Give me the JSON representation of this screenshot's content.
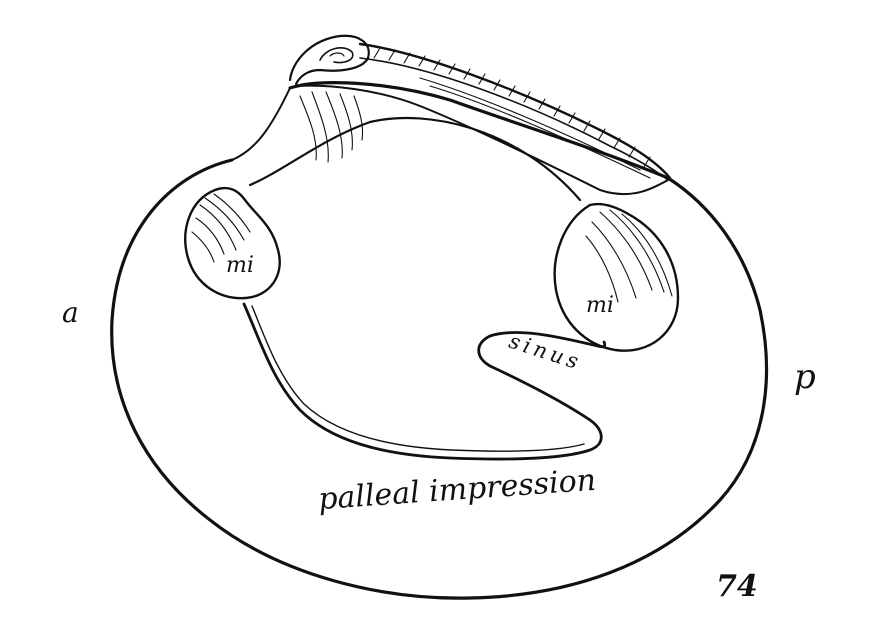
{
  "labels": {
    "anterior": "a",
    "posterior": "p",
    "muscle_left": "mi",
    "muscle_right": "mi",
    "sinus": "sinus",
    "pallial": "palleal impression",
    "figure_number": "74"
  },
  "colors": {
    "ink": "#111111",
    "paper": "#ffffff"
  }
}
